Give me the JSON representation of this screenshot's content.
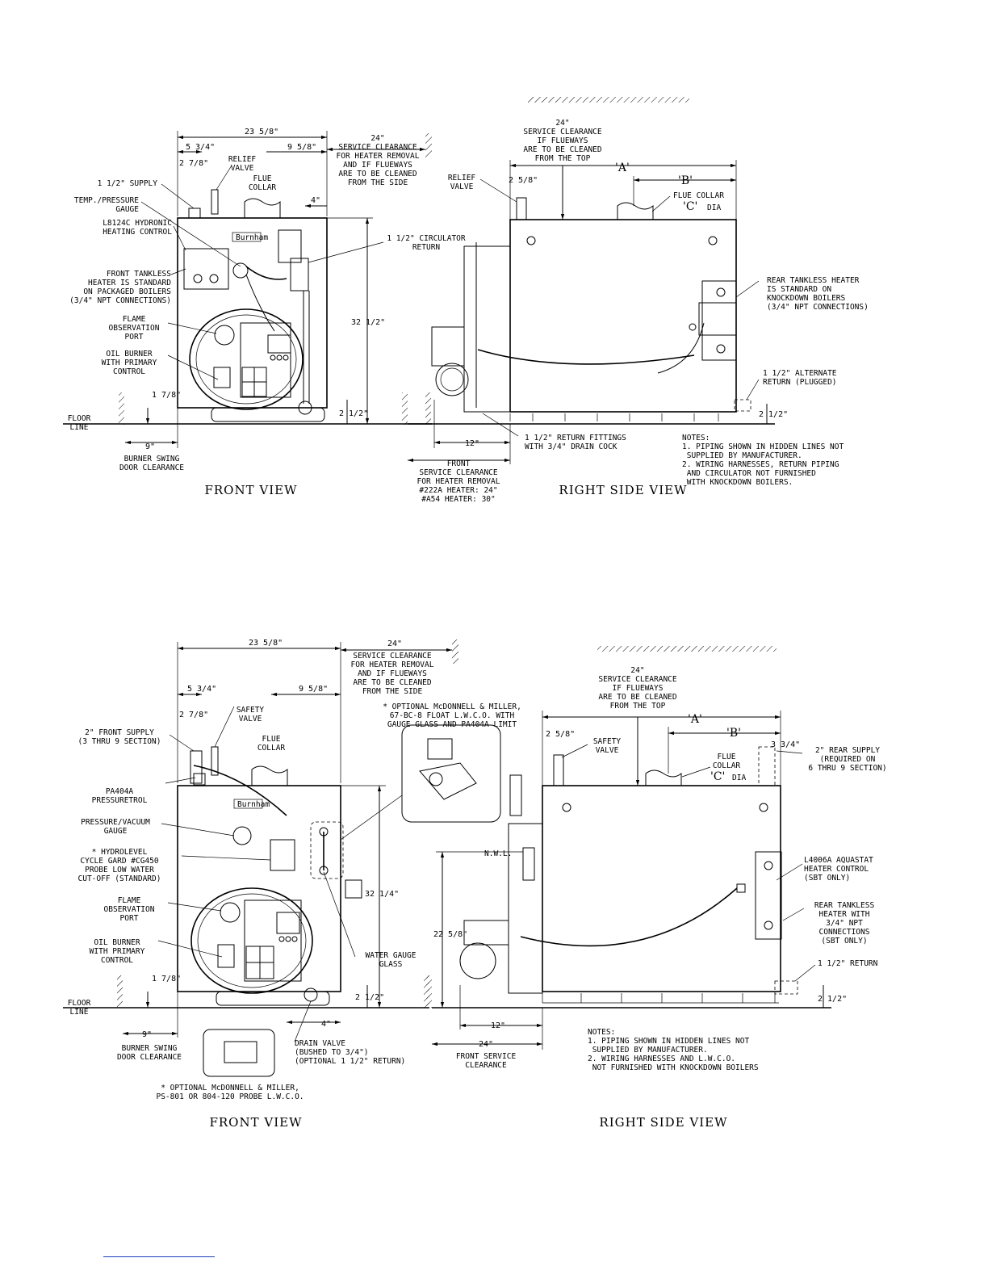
{
  "top": {
    "front_view": {
      "title": "FRONT VIEW",
      "dims": {
        "width": "23 5/8\"",
        "a": "5 3/4\"",
        "b": "2 7/8\"",
        "c": "9 5/8\"",
        "d": "4\"",
        "height": "32 1/2\"",
        "base": "2 1/2\"",
        "floor_gap": "1 7/8\"",
        "swing": "9\""
      },
      "labels": {
        "service": "24\"\nSERVICE CLEARANCE\nFOR HEATER REMOVAL\nAND IF FLUEWAYS\nARE TO BE CLEANED\nFROM THE SIDE",
        "relief": "RELIEF\nVALVE",
        "flue": "FLUE\nCOLLAR",
        "supply": "1 1/2\" SUPPLY",
        "gauge": "TEMP./PRESSURE\nGAUGE",
        "control": "L8124C HYDRONIC\nHEATING CONTROL",
        "tankless": "FRONT TANKLESS\nHEATER IS STANDARD\nON PACKAGED BOILERS\n(3/4\" NPT CONNECTIONS)",
        "flame": "FLAME\nOBSERVATION\nPORT",
        "burner": "OIL BURNER\nWITH PRIMARY\nCONTROL",
        "circulator": "1 1/2\" CIRCULATOR\nRETURN",
        "floor": "FLOOR\nLINE",
        "swing_note": "BURNER SWING\nDOOR CLEARANCE",
        "brand": "Burnham"
      }
    },
    "side_view": {
      "title": "RIGHT SIDE VIEW",
      "dims": {
        "A": "'A'",
        "B": "'B'",
        "C": "'C'",
        "relief_off": "2 5/8\"",
        "front": "12\"",
        "base": "2 1/2\""
      },
      "labels": {
        "top_clear": "24\"\nSERVICE CLEARANCE\nIF FLUEWAYS\nARE TO BE CLEANED\nFROM THE TOP",
        "relief": "RELIEF\nVALVE",
        "flue": "FLUE COLLAR",
        "dia": "DIA",
        "rear_tankless": "REAR TANKLESS HEATER\nIS STANDARD ON\nKNOCKDOWN BOILERS\n(3/4\" NPT CONNECTIONS)",
        "alt_return": "1 1/2\" ALTERNATE\nRETURN (PLUGGED)",
        "return_fit": "1 1/2\" RETURN FITTINGS\nWITH 3/4\" DRAIN COCK",
        "front_clear": "FRONT\nSERVICE CLEARANCE\nFOR HEATER REMOVAL\n#222A HEATER: 24\"\n#A54 HEATER: 30\"",
        "notes": "NOTES:\n1. PIPING SHOWN IN HIDDEN LINES NOT\n   SUPPLIED BY MANUFACTURER.\n2. WIRING HARNESSES, RETURN PIPING\n   AND CIRCULATOR NOT FURNISHED\n   WITH KNOCKDOWN BOILERS."
      }
    }
  },
  "bottom": {
    "front_view": {
      "title": "FRONT VIEW",
      "dims": {
        "width": "23 5/8\"",
        "service": "24\"",
        "a": "5 3/4\"",
        "b": "2 7/8\"",
        "c": "9 5/8\"",
        "height": "32 1/4\"",
        "base": "2 1/2\"",
        "floor_gap": "1 7/8\"",
        "swing": "9\"",
        "drain": "4\""
      },
      "labels": {
        "service": "SERVICE CLEARANCE\nFOR HEATER REMOVAL\nAND IF FLUEWAYS\nARE TO BE CLEANED\nFROM THE SIDE",
        "safety": "SAFETY\nVALVE",
        "flue": "FLUE\nCOLLAR",
        "supply": "2\" FRONT SUPPLY\n(3 THRU 9 SECTION)",
        "pressuretrol": "PA404A\nPRESSURETROL",
        "gauge": "PRESSURE/VACUUM\nGAUGE",
        "hydrolevel": "* HYDROLEVEL\nCYCLE GARD #CG450\nPROBE LOW WATER\nCUT-OFF (STANDARD)",
        "flame": "FLAME\nOBSERVATION\nPORT",
        "burner": "OIL BURNER\nWITH PRIMARY\nCONTROL",
        "water_gauge": "WATER GAUGE\nGLASS",
        "drain_valve": "DRAIN VALVE\n(BUSHED TO 3/4\")\n(OPTIONAL 1 1/2\" RETURN)",
        "mcd_float": "* OPTIONAL McDONNELL & MILLER,\n67-BC-8 FLOAT L.W.C.O. WITH\nGAUGE GLASS AND PA404A LIMIT",
        "mcd_probe": "* OPTIONAL McDONNELL & MILLER,\nPS-801 OR 804-120 PROBE L.W.C.O.",
        "floor": "FLOOR\nLINE",
        "swing_note": "BURNER SWING\nDOOR CLEARANCE",
        "brand": "Burnham"
      }
    },
    "side_view": {
      "title": "RIGHT SIDE VIEW",
      "dims": {
        "A": "'A'",
        "B": "'B'",
        "C": "'C'",
        "relief_off": "2 5/8\"",
        "rear_off": "3 3/4\"",
        "nwl": "22 5/8\"",
        "front": "12\"",
        "service": "24\"",
        "base": "2 1/2\""
      },
      "labels": {
        "top_clear": "24\"\nSERVICE CLEARANCE\nIF FLUEWAYS\nARE TO BE CLEANED\nFROM THE TOP",
        "safety": "SAFETY\nVALVE",
        "flue": "FLUE\nCOLLAR",
        "dia": "DIA",
        "rear_supply": "2\" REAR SUPPLY\n(REQUIRED ON\n6 THRU 9 SECTION)",
        "nwl": "N.W.L.",
        "aquastat": "L4006A AQUASTAT\nHEATER CONTROL\n(SBT ONLY)",
        "rear_tankless": "REAR TANKLESS\nHEATER WITH\n3/4\" NPT\nCONNECTIONS\n(SBT ONLY)",
        "return": "1 1/2\" RETURN",
        "front_clear": "FRONT SERVICE\nCLEARANCE",
        "notes": "NOTES:\n1. PIPING SHOWN IN HIDDEN LINES NOT\n   SUPPLIED BY MANUFACTURER.\n2. WIRING HARNESSES AND L.W.C.O.\n   NOT FURNISHED WITH KNOCKDOWN BOILERS"
      }
    }
  }
}
